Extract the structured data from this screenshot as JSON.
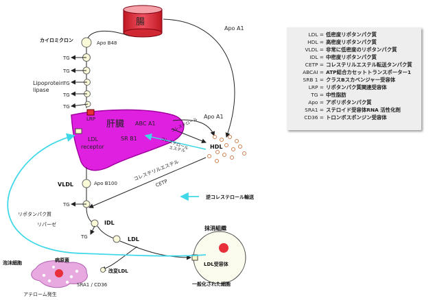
{
  "diagram": {
    "intestine": "腸",
    "liver": "肝臓",
    "chylomicron": "カイロミクロン",
    "apo_b48": "Apo B48",
    "apo_a1_top": "Apo A1",
    "apo_a1_mid": "Apo A1",
    "tg": "TG",
    "lipoprotein_lipase": [
      "Lipoprotein",
      "lipase"
    ],
    "lrp": "LRP",
    "abca1": "ABC A1",
    "srb1": "SR B1",
    "ldl_receptor": [
      "LDL",
      "receptor"
    ],
    "hdl": "HDL",
    "cholesterol_transfer_1": "コレステロール",
    "cholesterol_transfer_2": "コレステロール",
    "cholesterol_transfer_3": "エステル",
    "cholesterol_ester": "コレステリルエステル",
    "cetp": "CETP",
    "vldl": "VLDL",
    "apo_b100": "Apo B100",
    "lipoprotein_lipase_jp": [
      "リポタンパク質",
      "リパーゼ"
    ],
    "idl": "IDL",
    "ldl": "LDL",
    "peripheral_tissue": "抹消組織",
    "ldl_receptor_jp": "LDL受容体",
    "normalized_cell": "一般化された細胞",
    "foam_cell": "泡沫細胞",
    "pathogen": "病原菌",
    "modified_ldl": "改変LDL",
    "sra1_cd36": "SRA1 / CD36",
    "atheroma": "アテローム発生",
    "reverse_transport_legend": "逆コレステロール輸送"
  },
  "legend": [
    {
      "key": "LDL =",
      "value": "低密度リポタンパク質"
    },
    {
      "key": "HDL =",
      "value": "高密度リポタンパク質"
    },
    {
      "key": "VLDL =",
      "value": "非常に低密度のリポタンパク質"
    },
    {
      "key": "IDL =",
      "value": "中密度リポタンパク質"
    },
    {
      "key": "CETP =",
      "value": "コレステリルエステル転送タンパク質"
    },
    {
      "key": "ABCAI =",
      "value": "ATP結合カセットトランスポーター1"
    },
    {
      "key": "SRB 1 =",
      "value": "クラスBスカベンジャー受容体"
    },
    {
      "key": "LRP =",
      "value": "リポタンパク質関連受容体"
    },
    {
      "key": "TG =",
      "value": "中性脂肪"
    },
    {
      "key": "Apo =",
      "value": "アポリポタンパク質"
    },
    {
      "key": "SRA1 =",
      "value": "ステロイド受容体RNA 活性化剤"
    },
    {
      "key": "CD36 =",
      "value": "トロンボスポンジン受容体"
    }
  ],
  "colors": {
    "liver": "#e020e0",
    "liver_edge": "#a000a0",
    "intestine": "#e8303a",
    "lipoprotein_fill": "#fbfad8",
    "reverse_arrow": "#40d8e8",
    "hdl_dots": "#d08050",
    "arrow": "#222222"
  }
}
